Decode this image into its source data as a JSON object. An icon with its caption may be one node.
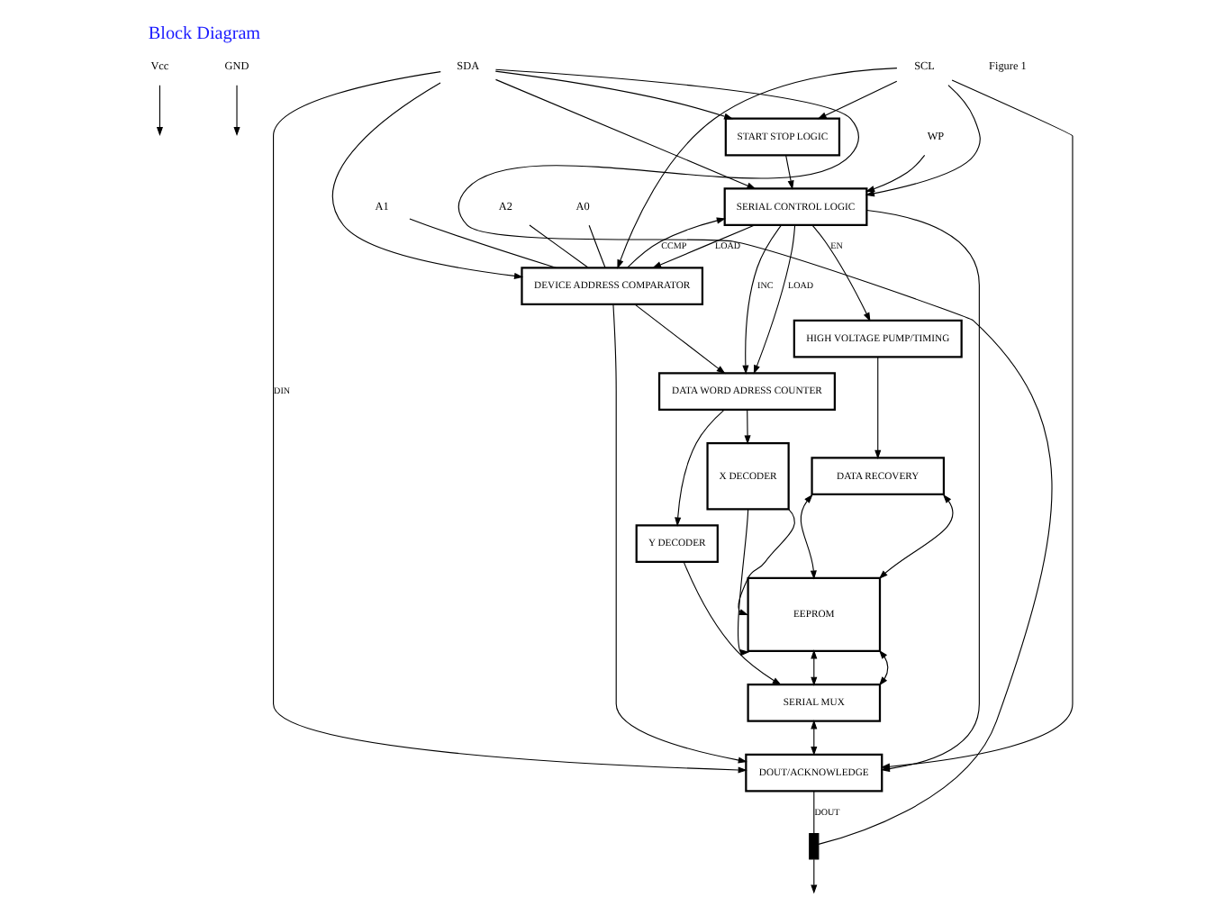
{
  "diagram": {
    "title": "Block Diagram",
    "caption": "Figure 1",
    "nodes": [
      {
        "text": [
          "Vcc"
        ]
      },
      {
        "text": [
          "GND"
        ]
      },
      {
        "text": [
          "WP"
        ]
      },
      {
        "text": [
          "SCL"
        ]
      },
      {
        "text": [
          "SDA"
        ]
      },
      {
        "text": [
          "START STOP LOGIC"
        ]
      },
      {
        "text": [
          "SERIAL CONTROL LOGIC"
        ]
      },
      {
        "text": [
          "DEVICE ADDRESS COMPARATOR"
        ]
      },
      {
        "text": [
          "A0"
        ]
      },
      {
        "text": [
          "A1"
        ]
      },
      {
        "text": [
          "A2"
        ]
      },
      {
        "text": [
          "DATA WORD ADRESS COUNTER"
        ]
      },
      {
        "text": [
          "X DECODER"
        ]
      },
      {
        "text": [
          "HIGH VOLTAGE PUMP/TIMING"
        ]
      },
      {
        "text": [
          "DATA RECOVERY"
        ]
      },
      {
        "text": [
          "EEPROM"
        ]
      },
      {
        "text": [
          "Y DECODER"
        ]
      },
      {
        "text": [
          "SERIAL MUX"
        ]
      },
      {
        "text": [
          "DOUT/ACKNOWLEDGE"
        ]
      },
      {
        "text": [],
        "shape": "transistor"
      }
    ],
    "edges": [
      {
        "from": 0,
        "to": null,
        "arrow": "to"
      },
      {
        "from": 1,
        "to": null,
        "arrow": "to"
      },
      {
        "from": 2,
        "to": 6,
        "arrow": "to"
      },
      {
        "from": 3,
        "to": 5,
        "arrow": "to"
      },
      {
        "from": 4,
        "to": 5,
        "arrow": "to"
      },
      {
        "from": 5,
        "to": 6,
        "arrow": "to"
      },
      {
        "from": 3,
        "to": 6,
        "arrow": "to"
      },
      {
        "from": 4,
        "to": 6,
        "arrow": "to"
      },
      {
        "from": 3,
        "to": 7,
        "arrow": "to"
      },
      {
        "from": 4,
        "to": 7,
        "arrow": "to"
      },
      {
        "from": 6,
        "to": 7,
        "arrow": "to",
        "label": "LOAD"
      },
      {
        "from": 7,
        "to": 6,
        "arrow": "to",
        "label": "CCMP"
      },
      {
        "from": 8,
        "to": 7,
        "arrow": "none"
      },
      {
        "from": 9,
        "to": 7,
        "arrow": "none"
      },
      {
        "from": 10,
        "to": 7,
        "arrow": "none"
      },
      {
        "from": 6,
        "to": 13,
        "arrow": "to",
        "label": "EN"
      },
      {
        "from": 6,
        "to": 11,
        "arrow": "to",
        "label": "LOAD"
      },
      {
        "from": 6,
        "to": 11,
        "arrow": "to",
        "label": "INC"
      },
      {
        "from": 7,
        "to": 11,
        "arrow": "to"
      },
      {
        "from": 11,
        "to": 12,
        "arrow": "to"
      },
      {
        "from": 12,
        "to": 15,
        "arrow": "to"
      },
      {
        "from": 12,
        "to": 15,
        "arrow": "to"
      },
      {
        "from": 13,
        "to": 14,
        "arrow": "to"
      },
      {
        "from": 14,
        "to": 15,
        "arrow": "both"
      },
      {
        "from": 14,
        "to": 15,
        "arrow": "both"
      },
      {
        "from": 11,
        "to": 16,
        "arrow": "to"
      },
      {
        "from": 16,
        "to": 17,
        "arrow": "to"
      },
      {
        "from": 15,
        "to": 17,
        "arrow": "both"
      },
      {
        "from": 15,
        "to": 17,
        "arrow": "both"
      },
      {
        "from": 17,
        "to": 18,
        "arrow": "both"
      },
      {
        "from": 6,
        "to": 18,
        "arrow": "to"
      },
      {
        "from": 7,
        "to": 18,
        "arrow": "to"
      },
      {
        "from": 4,
        "to": 18,
        "arrow": "to",
        "label": "DIN"
      },
      {
        "from": 3,
        "to": 18,
        "arrow": "to"
      },
      {
        "from": 18,
        "to": 19,
        "arrow": "none",
        "label": "DOUT"
      },
      {
        "from": 19,
        "to": 4,
        "arrow": "none"
      },
      {
        "from": 19,
        "to": null,
        "arrow": "to"
      }
    ]
  }
}
